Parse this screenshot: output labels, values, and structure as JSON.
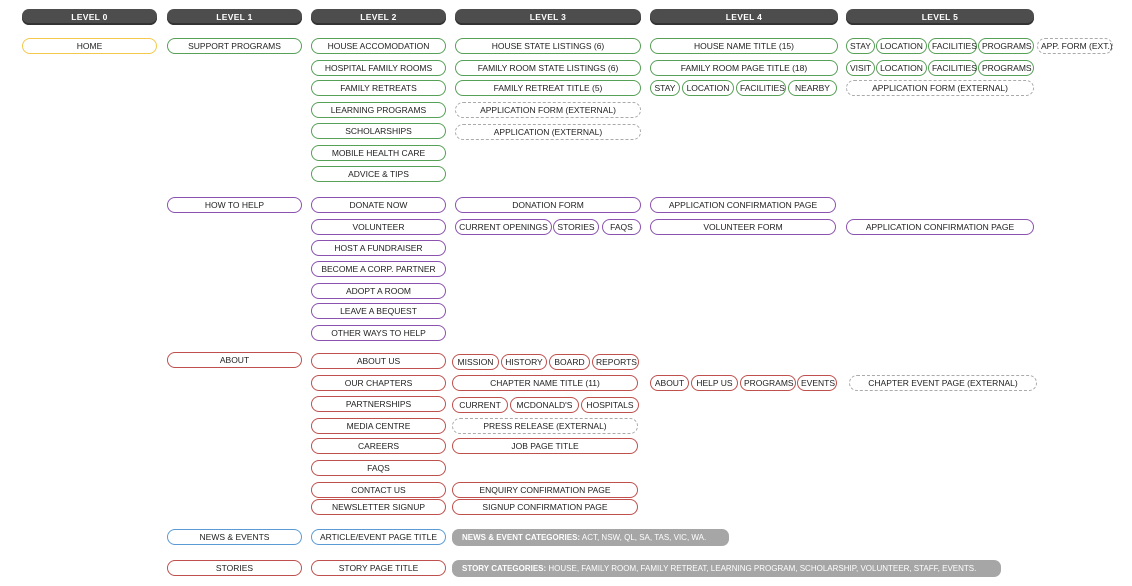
{
  "levels": [
    "LEVEL 0",
    "LEVEL 1",
    "LEVEL 2",
    "LEVEL 3",
    "LEVEL 4",
    "LEVEL 5"
  ],
  "nodes": {
    "home": "HOME",
    "support_programs": "SUPPORT PROGRAMS",
    "how_to_help": "HOW TO HELP",
    "about": "ABOUT",
    "news_events": "NEWS & EVENTS",
    "stories": "STORIES",
    "house_accomodation": "HOUSE ACCOMODATION",
    "hospital_family_rooms": "HOSPITAL FAMILY ROOMS",
    "family_retreats": "FAMILY RETREATS",
    "learning_programs": "LEARNING PROGRAMS",
    "scholarships": "SCHOLARSHIPS",
    "mobile_health_care": "MOBILE HEALTH CARE",
    "advice_tips": "ADVICE & TIPS",
    "donate_now": "DONATE NOW",
    "volunteer": "VOLUNTEER",
    "host_fundraiser": "HOST A FUNDRAISER",
    "become_corp_partner": "BECOME A CORP. PARTNER",
    "adopt_room": "ADOPT A ROOM",
    "leave_bequest": "LEAVE A BEQUEST",
    "other_ways": "OTHER WAYS TO HELP",
    "about_us": "ABOUT US",
    "our_chapters": "OUR CHAPTERS",
    "partnerships": "PARTNERSHIPS",
    "media_centre": "MEDIA CENTRE",
    "careers": "CAREERS",
    "faqs_l2": "FAQS",
    "contact_us": "CONTACT US",
    "newsletter_signup": "NEWSLETTER SIGNUP",
    "article_event_page": "ARTICLE/EVENT PAGE TITLE",
    "story_page": "STORY PAGE TITLE",
    "house_state_listings": "HOUSE STATE LISTINGS (6)",
    "family_room_state_listings": "FAMILY ROOM STATE LISTINGS (6)",
    "family_retreat_title": "FAMILY RETREAT TITLE (5)",
    "application_form_external": "APPLICATION FORM (EXTERNAL)",
    "application_external": "APPLICATION (EXTERNAL)",
    "donation_form": "DONATION FORM",
    "current_openings": "CURRENT OPENINGS",
    "stories_l3": "STORIES",
    "faqs_l3": "FAQS",
    "mission": "MISSION",
    "history": "HISTORY",
    "board": "BOARD",
    "reports": "REPORTS",
    "chapter_name_title": "CHAPTER NAME TITLE (11)",
    "current": "CURRENT",
    "mcdonalds": "MCDONALD'S",
    "hospitals": "HOSPITALS",
    "press_release": "PRESS RELEASE (EXTERNAL)",
    "job_page_title": "JOB PAGE TITLE",
    "enquiry_confirmation": "ENQUIRY CONFIRMATION PAGE",
    "signup_confirmation": "SIGNUP CONFIRMATION PAGE",
    "house_name_title": "HOUSE NAME TITLE (15)",
    "family_room_page_title": "FAMILY ROOM PAGE TITLE (18)",
    "stay_l4": "STAY",
    "location_l4": "LOCATION",
    "facilities_l4": "FACILITIES",
    "nearby_l4": "NEARBY",
    "application_confirmation_l4": "APPLICATION CONFIRMATION PAGE",
    "volunteer_form": "VOLUNTEER FORM",
    "about_l4": "ABOUT",
    "help_us_l4": "HELP US",
    "programs_l4": "PROGRAMS",
    "events_l4": "EVENTS",
    "stay_a": "STAY",
    "location_a": "LOCATION",
    "facilities_a": "FACILITIES",
    "programs_a": "PROGRAMS",
    "app_form_ext": "APP. FORM (EXT.)",
    "visit_b": "VISIT",
    "location_b": "LOCATION",
    "facilities_b": "FACILITIES",
    "programs_b": "PROGRAMS",
    "application_form_external_l5": "APPLICATION FORM (EXTERNAL)",
    "application_confirmation_l5": "APPLICATION CONFIRMATION PAGE",
    "chapter_event_page": "CHAPTER EVENT PAGE (EXTERNAL)"
  },
  "bands": {
    "news_label": "NEWS & EVENT CATEGORIES:",
    "news_values": " ACT, NSW, QL, SA, TAS, VIC, WA.",
    "story_label": "STORY CATEGORIES:",
    "story_values": " HOUSE, FAMILY ROOM, FAMILY RETREAT, LEARNING PROGRAM, SCHOLARSHIP, VOLUNTEER, STAFF, EVENTS."
  },
  "colors": {
    "header": "#4d4d4d",
    "home": "#f2c94c",
    "support": "#57a057",
    "help": "#8b52b0",
    "about": "#c0504d",
    "news": "#5b9bd5",
    "external_dashed": "#aaaaaa",
    "category_band": "#a6a6a6"
  }
}
